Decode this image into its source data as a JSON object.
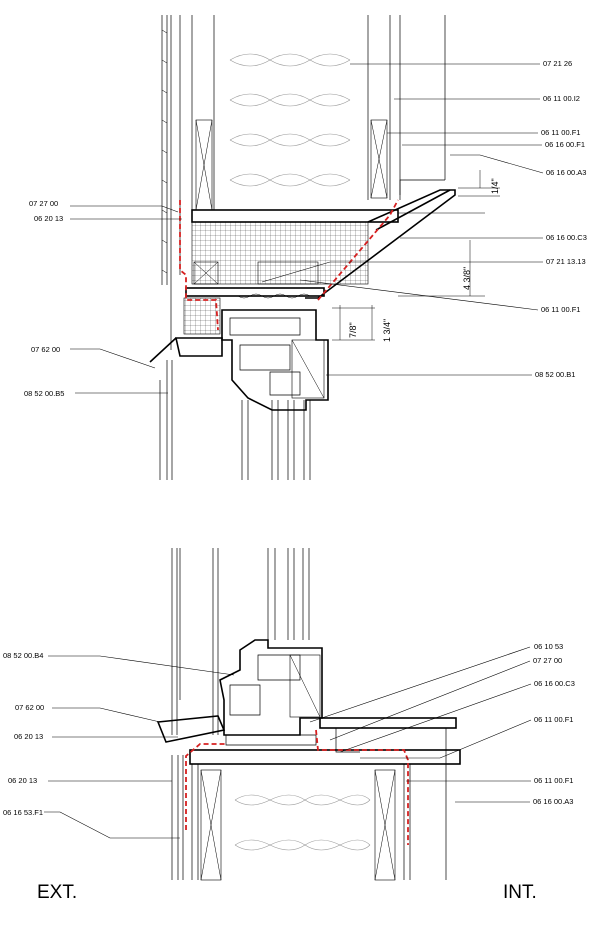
{
  "head_detail": {
    "left_labels": [
      "07 27 00",
      "06 20 13",
      "07 62 00",
      "08 52 00.B5"
    ],
    "right_labels": [
      "07 21 26",
      "06 11 00.I2",
      "06 11 00.F1",
      "06 16 00.F1",
      "06 16 00.A3",
      "06 16 00.C3",
      "07 21 13.13",
      "06 11 00.F1",
      "08 52 00.B1"
    ],
    "dimensions": [
      "1/4\"",
      "4 3/8\"",
      "7/8\"",
      "1 3/4\""
    ]
  },
  "sill_detail": {
    "left_labels": [
      "08 52 00.B4",
      "07 62 00",
      "06 20 13",
      "06 20 13",
      "06 16 53.F1"
    ],
    "right_labels": [
      "06 10 53",
      "07 27 00",
      "06 16 00.C3",
      "06 11 00.F1",
      "06 11 00.F1",
      "06 16 00.A3"
    ]
  },
  "sides": {
    "exterior": "EXT.",
    "interior": "INT."
  }
}
